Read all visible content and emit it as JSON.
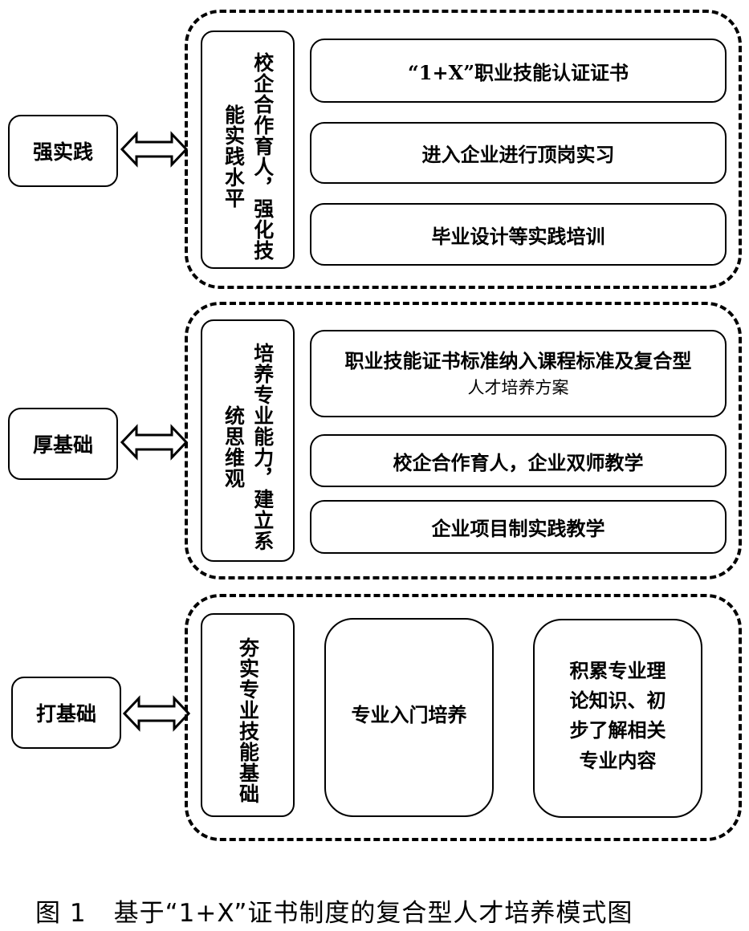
{
  "caption": {
    "figure_number": "图 1",
    "title": "基于“1+X”证书制度的复合型人才培养模式图"
  },
  "stages": [
    {
      "label": "强实践",
      "vertical_text": "校企合作育人，强化技能实践水平",
      "items": [
        "“1+X”职业技能认证证书",
        "进入企业进行顶岗实习",
        "毕业设计等实践培训"
      ]
    },
    {
      "label": "厚基础",
      "vertical_text": "培养专业能力，建立系统思维观",
      "items": [
        {
          "line1": "职业技能证书标准纳入课程标准及复合型",
          "line2": "人才培养方案"
        },
        "校企合作育人，企业双师教学",
        "企业项目制实践教学"
      ]
    },
    {
      "label": "打基础",
      "vertical_text": "夯实专业技能基础",
      "items": [
        "专业入门培养",
        {
          "lines": [
            "积累专业理",
            "论知识、初",
            "步了解相关",
            "专业内容"
          ]
        }
      ]
    }
  ]
}
